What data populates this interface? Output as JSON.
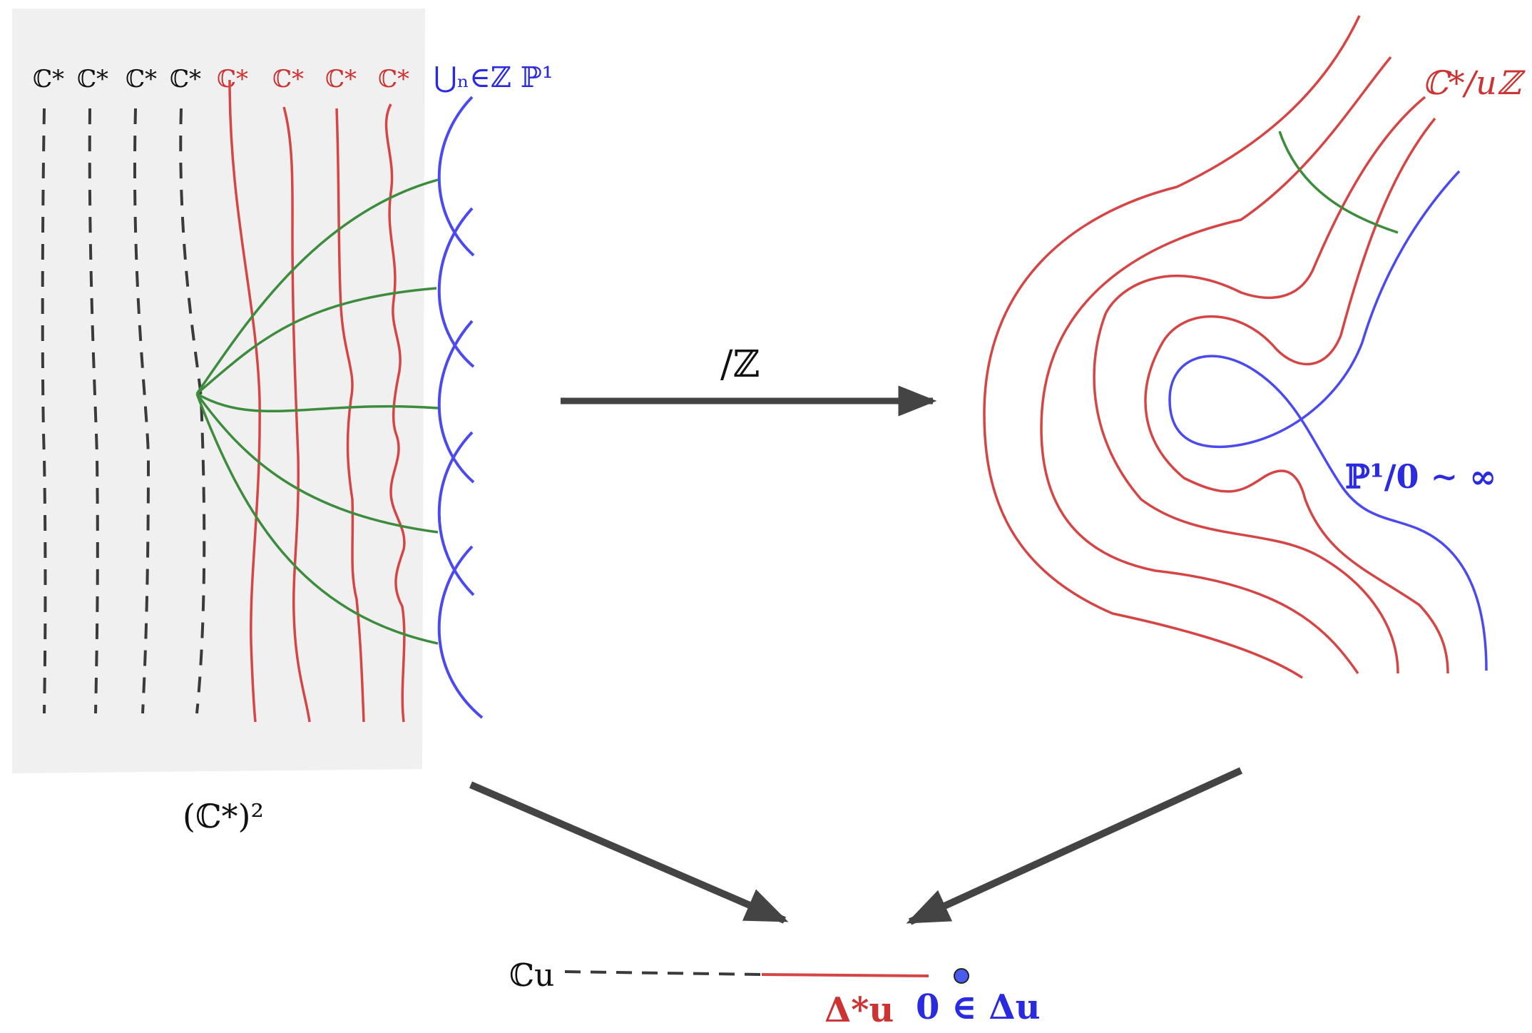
{
  "colors": {
    "black_curve": "#3a3a3a",
    "red_curve": "#d64545",
    "blue_curve": "#4a4af0",
    "green_curve": "#3d8c3d",
    "arrow": "#444444",
    "panel_bg": "#f0f0f0",
    "red_label": "#cc3333",
    "blue_label": "#2a2ae0"
  },
  "left_panel": {
    "column_labels_black": [
      "ℂ*",
      "ℂ*",
      "ℂ*",
      "ℂ*"
    ],
    "column_labels_red": [
      "ℂ*",
      "ℂ*",
      "ℂ*",
      "ℂ*"
    ],
    "union_label": "⋃ₙ∈ℤ ℙ¹",
    "caption": "(ℂ*)²"
  },
  "middle_arrow": {
    "label": "/ℤ"
  },
  "right_panel": {
    "quotient_label": "ℂ*/uℤ",
    "blue_label": "ℙ¹/0 ∼ ∞"
  },
  "bottom": {
    "c_u_label": "ℂu",
    "delta_star_label": "Δ*u",
    "zero_label": "0 ∈ Δu"
  }
}
